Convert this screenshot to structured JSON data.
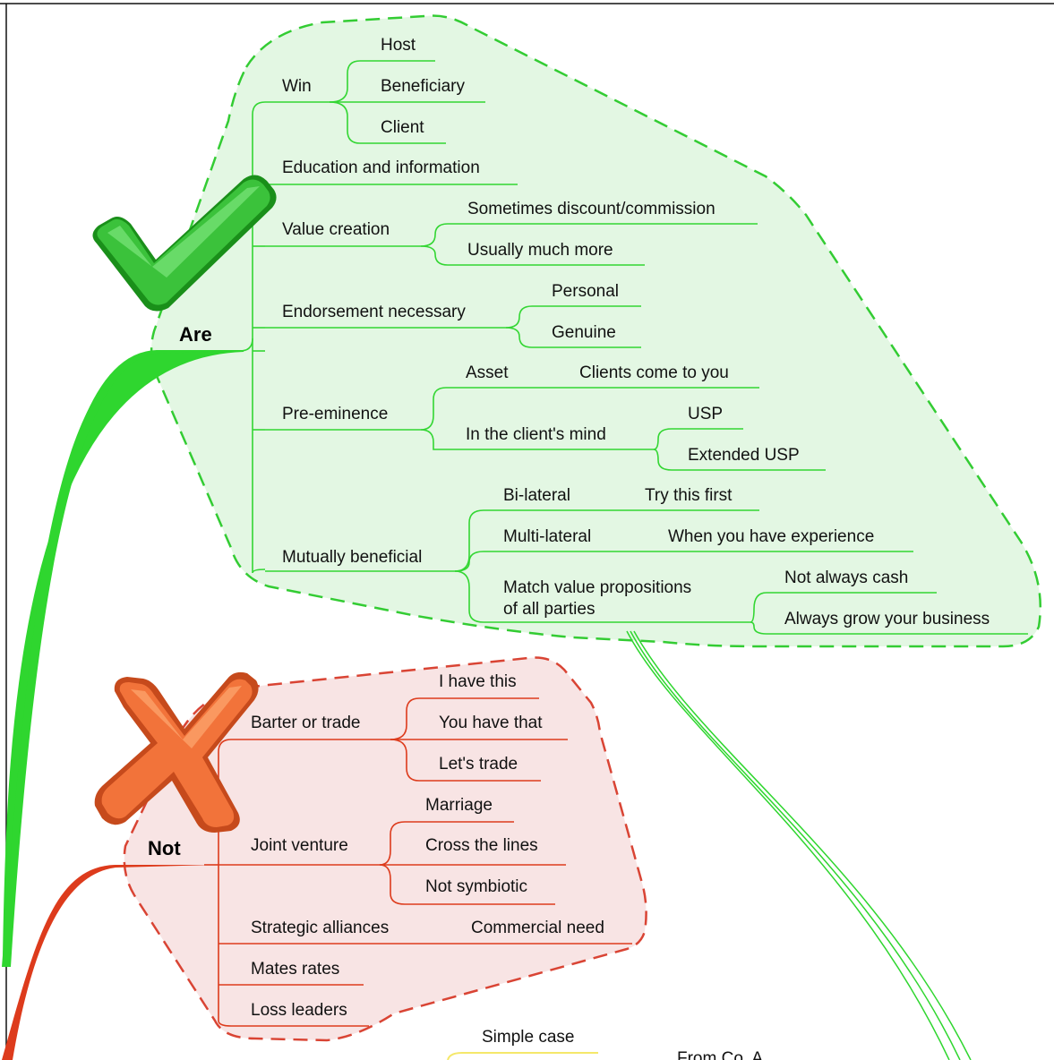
{
  "colors": {
    "are_branch": "#2fd62f",
    "are_boundary_fill": "#e3f7e3",
    "are_boundary_stroke": "#33cc33",
    "not_branch": "#dd3b1c",
    "not_boundary_fill": "#f8e4e4",
    "not_boundary_stroke": "#d94434",
    "yellow_line": "#f5e86a"
  },
  "icons": {
    "are": "green-checkmark-icon",
    "not": "orange-cross-icon"
  },
  "are": {
    "label": "Are",
    "win": "Win",
    "host": "Host",
    "beneficiary": "Beneficiary",
    "client": "Client",
    "education": "Education and information",
    "value_creation": "Value creation",
    "discount": "Sometimes discount/commission",
    "much_more": "Usually much more",
    "endorsement": "Endorsement necessary",
    "personal": "Personal",
    "genuine": "Genuine",
    "pre_eminence": "Pre-eminence",
    "asset": "Asset",
    "clients_come": "Clients come to you",
    "clients_mind": "In the client's mind",
    "usp": "USP",
    "extended_usp": "Extended USP",
    "mutually": "Mutually beneficial",
    "bilateral": "Bi-lateral",
    "try_first": "Try this first",
    "multilateral": "Multi-lateral",
    "experience": "When you have experience",
    "match_1": "Match value propositions",
    "match_2": "of all parties",
    "not_cash": "Not always cash",
    "grow": "Always grow your business"
  },
  "not": {
    "label": "Not",
    "barter": "Barter or trade",
    "have_this": "I have this",
    "have_that": "You have that",
    "lets_trade": "Let's trade",
    "joint_venture": "Joint venture",
    "marriage": "Marriage",
    "cross_lines": "Cross the lines",
    "not_symbiotic": "Not symbiotic",
    "strategic": "Strategic alliances",
    "commercial_need": "Commercial need",
    "mates_rates": "Mates rates",
    "loss_leaders": "Loss leaders"
  },
  "bottom": {
    "simple_case": "Simple case",
    "from_co_a": "From Co. A"
  }
}
